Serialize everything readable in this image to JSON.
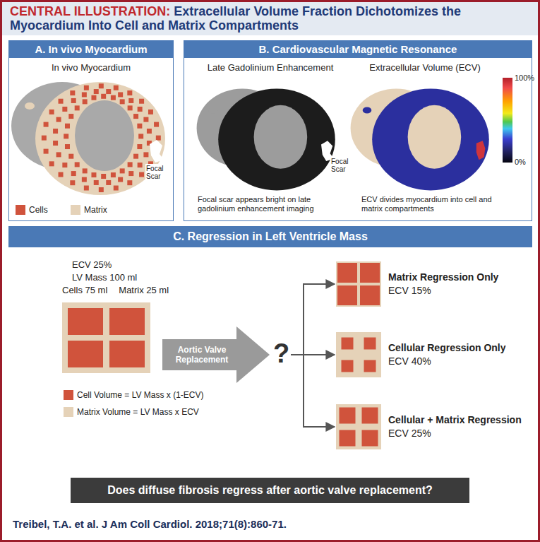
{
  "diagram": {
    "title": "Extracellular Volume Fraction Dichotomizes the Myocardium Into Cell and Matrix Compartments",
    "caption": "Treibel, T.A. et al. J Am Coll Cardiol. 2018;71(8):860-71.",
    "nodes": [
      {
        "text": [
          "A. In vivo Myocardium"
        ]
      },
      {
        "text": [
          "B. Cardiovascular Magnetic Resonance"
        ]
      },
      {
        "text": [
          "C. Regression in Left Ventricle Mass"
        ]
      },
      {
        "text": [
          "ECV 25%",
          "LV Mass 100 ml",
          "Cells 75 ml",
          "Matrix 25 ml"
        ]
      },
      {
        "text": [
          "Aortic Valve Replacement",
          "?"
        ]
      },
      {
        "text": [
          "Matrix Regression Only",
          "ECV 15%"
        ]
      },
      {
        "text": [
          "Cellular Regression Only",
          "ECV 40%"
        ]
      },
      {
        "text": [
          "Cellular + Matrix Regression",
          "ECV 25%"
        ]
      },
      {
        "text": [
          "Does diffuse fibrosis regress after aortic valve replacement?"
        ]
      }
    ],
    "edges": [
      {
        "from": 4,
        "to": 5,
        "arrow": "to"
      },
      {
        "from": 4,
        "to": 6,
        "arrow": "to"
      },
      {
        "from": 4,
        "to": 7,
        "arrow": "to"
      }
    ],
    "labels": [
      "CENTRAL ILLUSTRATION:",
      "In vivo Myocardium",
      "Focal Scar",
      "Late Gadolinium Enhancement",
      "Extracellular Volume (ECV)",
      "100%",
      "0%",
      "Focal Scar",
      "Focal scar appears bright on late gadolinium enhancement imaging",
      "ECV divides myocardium into cell and matrix compartments"
    ],
    "legend": [
      {
        "text": "Cells",
        "color": "#d0533c"
      },
      {
        "text": "Matrix",
        "color": "#e5d2b8"
      },
      {
        "text": "Cell Volume = LV Mass x (1-ECV)",
        "color": "#d0533c"
      },
      {
        "text": "Matrix Volume = LV Mass x ECV",
        "color": "#e5d2b8"
      }
    ]
  }
}
